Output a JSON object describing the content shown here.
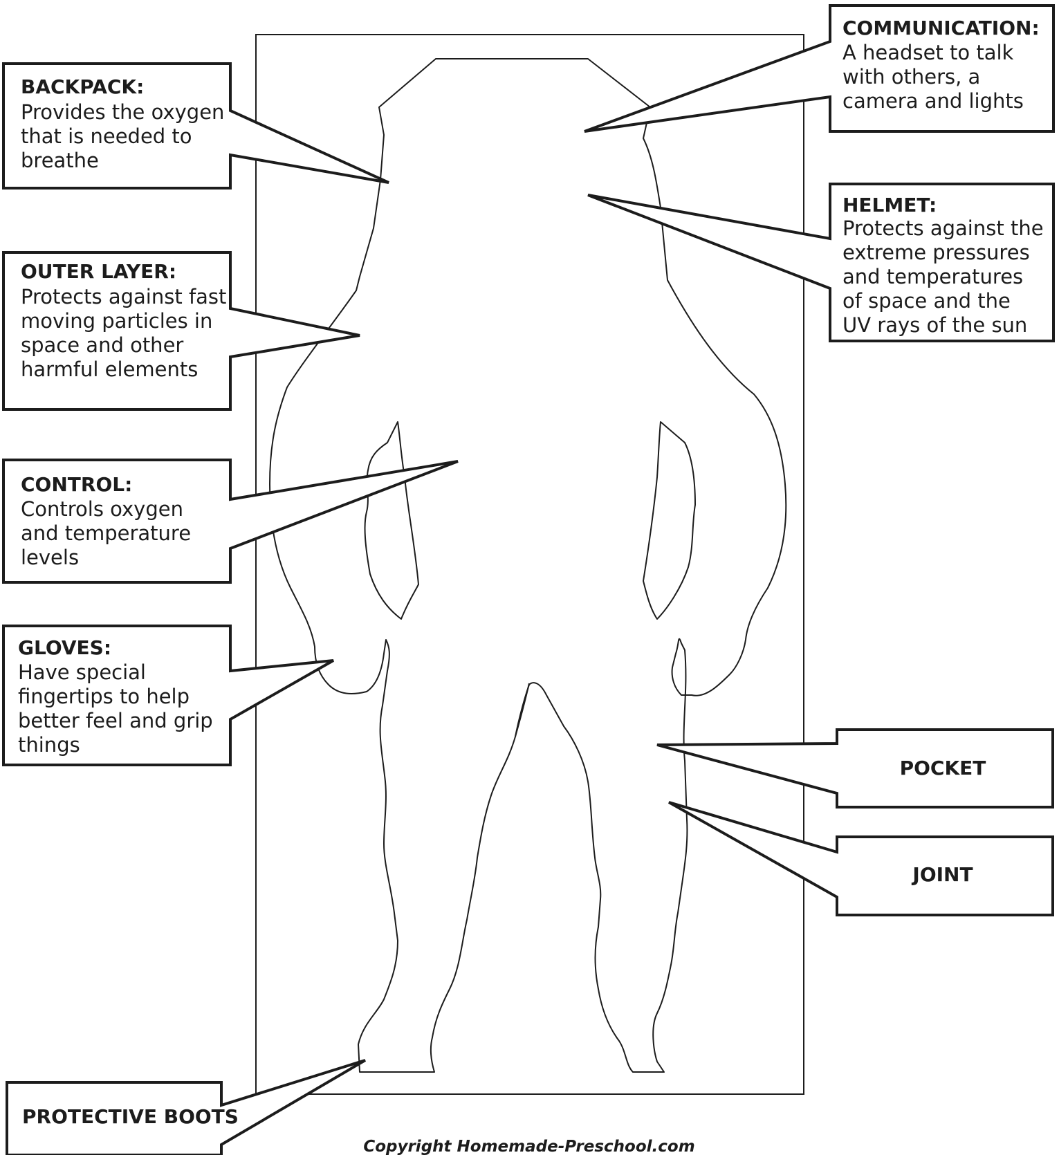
{
  "callouts": [
    {
      "id": "backpack",
      "title": "BACKPACK:",
      "lines": [
        "Provides the oxygen",
        "that is needed to",
        "breathe"
      ]
    },
    {
      "id": "outer-layer",
      "title": "OUTER LAYER:",
      "lines": [
        "Protects against fast",
        "moving particles in",
        "space and other",
        "harmful elements"
      ]
    },
    {
      "id": "control",
      "title": "CONTROL:",
      "lines": [
        "Controls oxygen",
        "and temperature",
        "levels"
      ]
    },
    {
      "id": "gloves",
      "title": "GLOVES:",
      "lines": [
        "Have special",
        "fingertips to help",
        "better feel and grip",
        "things"
      ]
    },
    {
      "id": "protective-boots",
      "title": "PROTECTIVE BOOTS",
      "lines": []
    },
    {
      "id": "communication",
      "title": "COMMUNICATION:",
      "lines": [
        "A headset to talk",
        "with others, a",
        "camera and lights"
      ]
    },
    {
      "id": "helmet",
      "title": "HELMET:",
      "lines": [
        "Protects against the",
        "extreme pressures",
        "and temperatures",
        "of space and the",
        "UV rays of the sun"
      ]
    },
    {
      "id": "pocket",
      "title": "POCKET",
      "lines": []
    },
    {
      "id": "joint",
      "title": "JOINT",
      "lines": []
    }
  ],
  "copyright": "Copyright Homemade-Preschool.com"
}
